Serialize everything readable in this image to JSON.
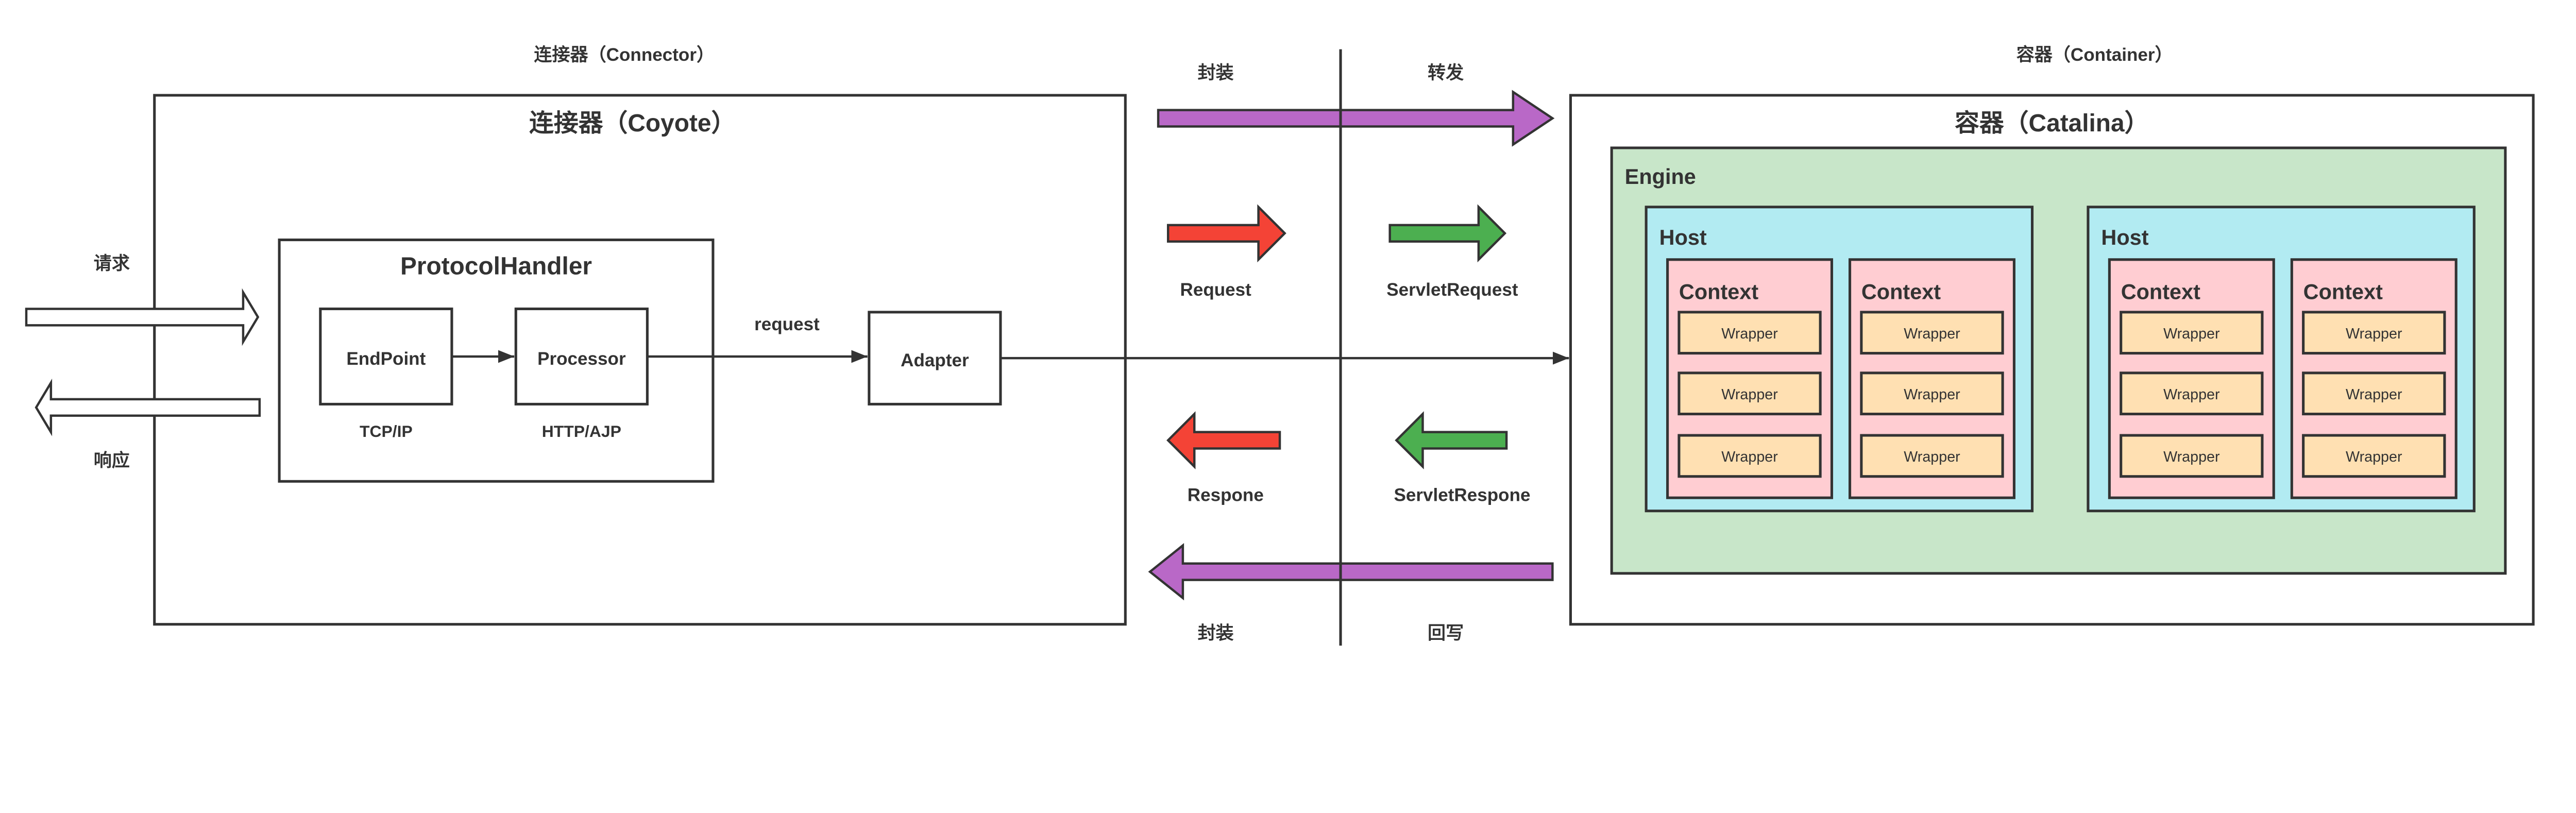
{
  "connector": {
    "outer_label": "连接器（Connector）",
    "title": "连接器（Coyote）",
    "request_label": "请求",
    "response_label": "响应",
    "protocol_handler": {
      "title": "ProtocolHandler",
      "endpoint": "EndPoint",
      "endpoint_protocol": "TCP/IP",
      "processor": "Processor",
      "processor_protocol": "HTTP/AJP"
    },
    "request_edge_label": "request",
    "adapter": "Adapter"
  },
  "middle": {
    "top_left": "封装",
    "top_right": "转发",
    "request": "Request",
    "servlet_request": "ServletRequest",
    "respone": "Respone",
    "servlet_respone": "ServletRespone",
    "bottom_left": "封装",
    "bottom_right": "回写"
  },
  "container": {
    "outer_label": "容器（Container）",
    "title": "容器（Catalina）",
    "engine": "Engine",
    "hosts": [
      {
        "label": "Host",
        "contexts": [
          {
            "label": "Context",
            "wrappers": [
              "Wrapper",
              "Wrapper",
              "Wrapper"
            ]
          },
          {
            "label": "Context",
            "wrappers": [
              "Wrapper",
              "Wrapper",
              "Wrapper"
            ]
          }
        ]
      },
      {
        "label": "Host",
        "contexts": [
          {
            "label": "Context",
            "wrappers": [
              "Wrapper",
              "Wrapper",
              "Wrapper"
            ]
          },
          {
            "label": "Context",
            "wrappers": [
              "Wrapper",
              "Wrapper",
              "Wrapper"
            ]
          }
        ]
      }
    ]
  },
  "colors": {
    "stroke": "#333333",
    "purple_arrow": "#b968c7",
    "red_arrow": "#f44336",
    "green_arrow": "#4caf50",
    "engine_fill": "#c8e6c9",
    "host_fill": "#b2ebf2",
    "context_fill": "#ffcdd2",
    "wrapper_fill": "#ffe0b2"
  }
}
